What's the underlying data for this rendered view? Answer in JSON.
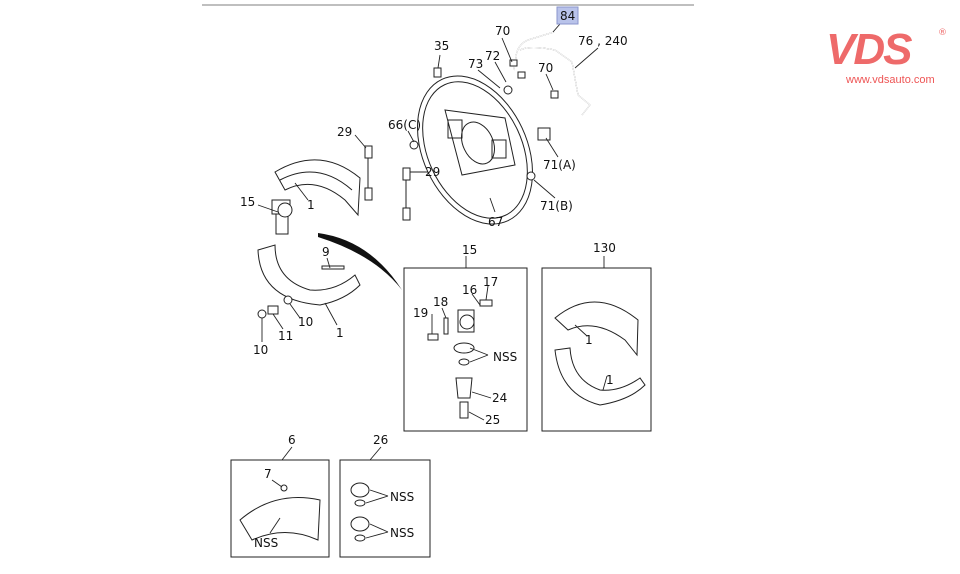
{
  "logo": {
    "brand": "VDS",
    "registered": "®",
    "url": "www.vdsauto.com",
    "color": "#ee6a6a"
  },
  "highlight": {
    "label": "84",
    "fill": "#b9c3ea"
  },
  "callouts": {
    "c70a": "70",
    "c76": "76 , 240",
    "c35": "35",
    "c72": "72",
    "c73": "73",
    "c70b": "70",
    "c29a": "29",
    "c66": "66(C)",
    "c29b": "29",
    "c71a": "71(A)",
    "c71b": "71(B)",
    "c67": "67",
    "c15": "15",
    "c1a": "1",
    "c9": "9",
    "c10a": "10",
    "c11": "11",
    "c10b": "10",
    "c1b": "1"
  },
  "detail_boxes": [
    {
      "title": "15",
      "labels": [
        "17",
        "16",
        "18",
        "19",
        "NSS",
        "24",
        "25"
      ]
    },
    {
      "title": "130",
      "labels": [
        "1",
        "1"
      ]
    },
    {
      "title": "6",
      "labels": [
        "7",
        "NSS"
      ]
    },
    {
      "title": "26",
      "labels": [
        "NSS",
        "NSS"
      ]
    }
  ]
}
